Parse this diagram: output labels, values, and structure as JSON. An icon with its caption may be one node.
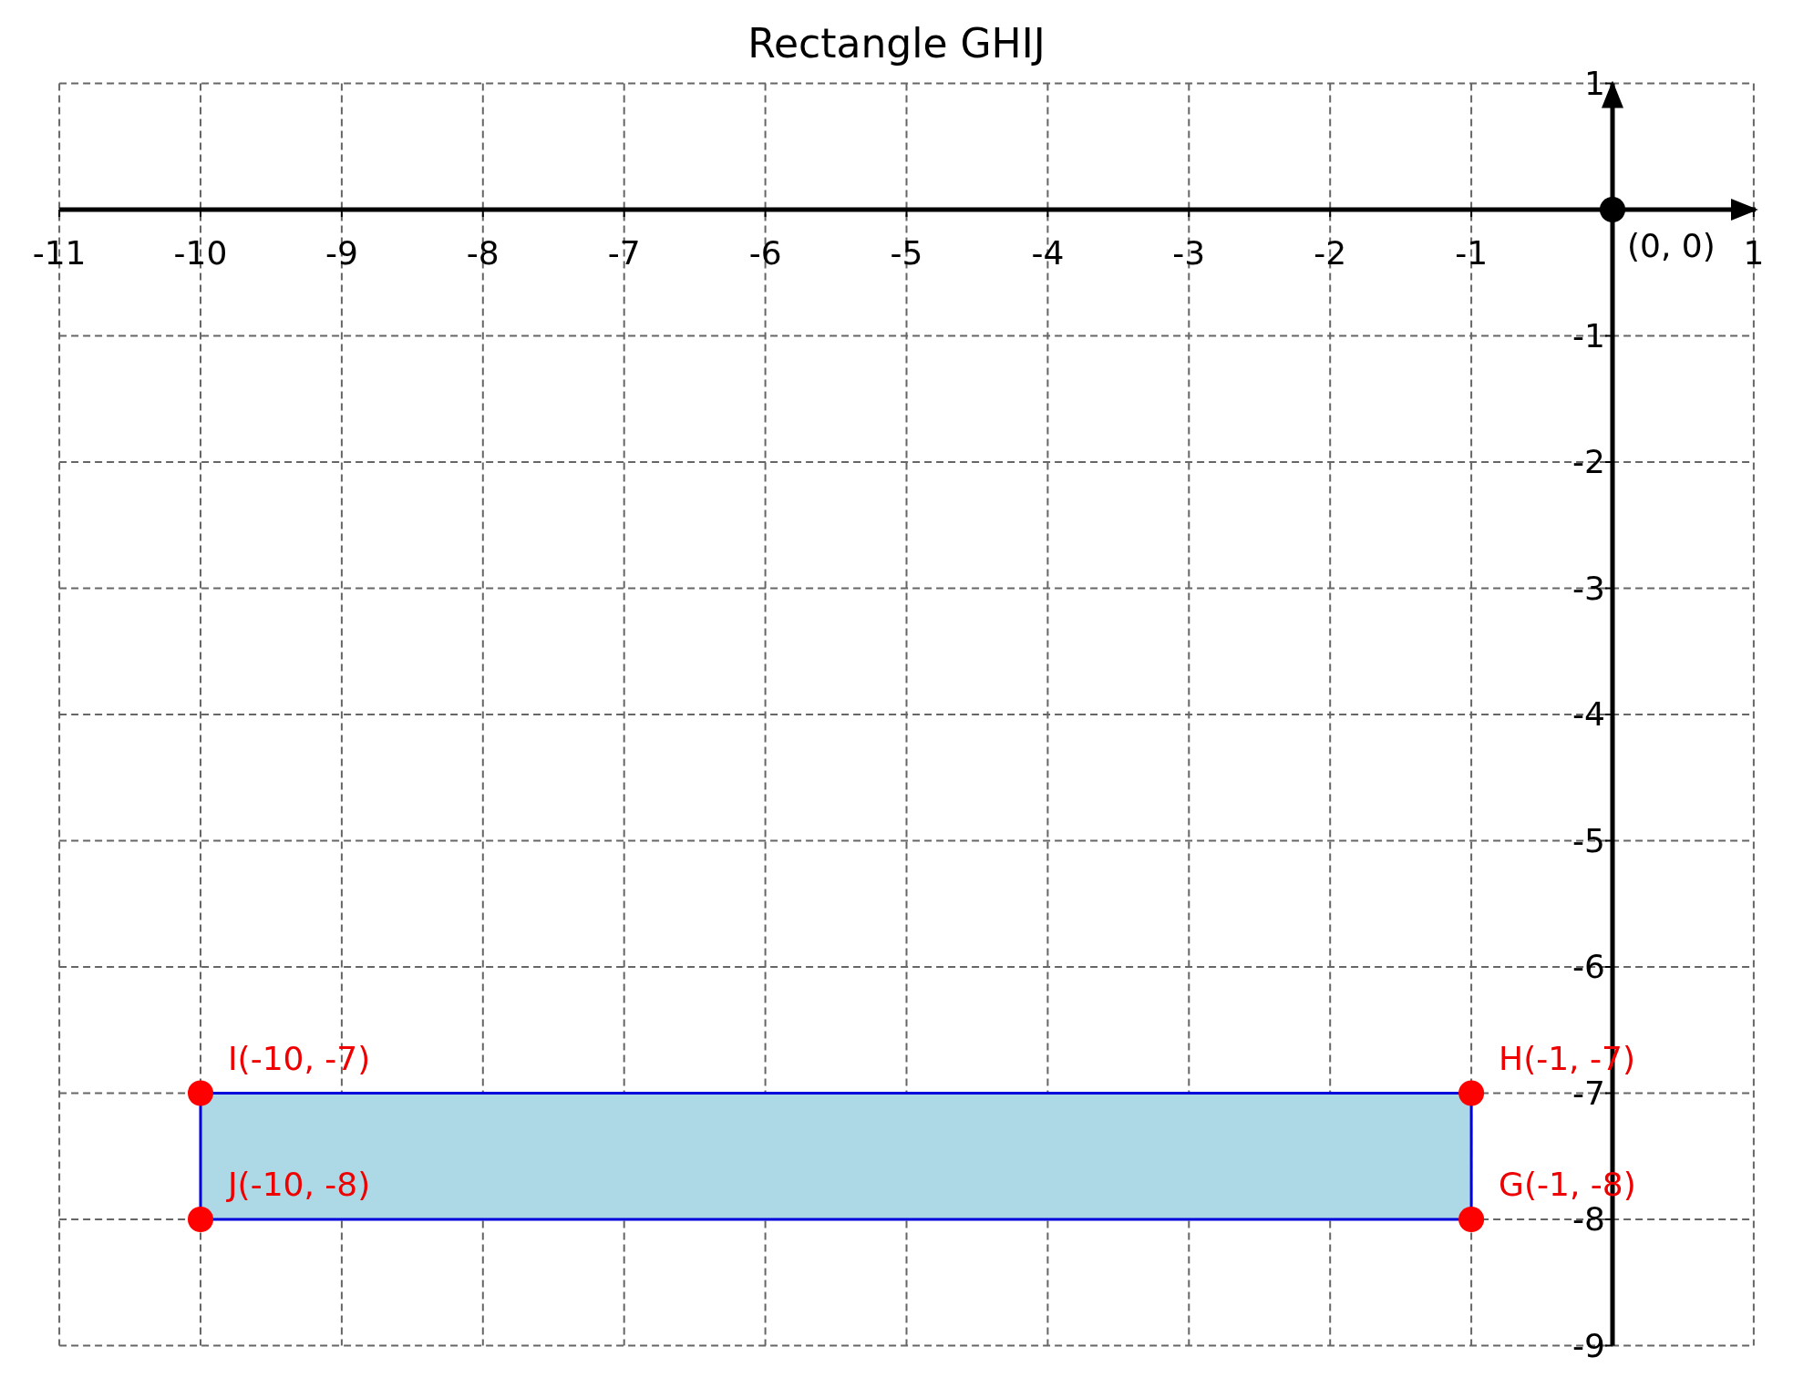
{
  "diagram": {
    "title": "Rectangle GHIJ",
    "labels": [
      "1",
      "-11",
      "-10",
      "-9",
      "-8",
      "-7",
      "-6",
      "-5",
      "-4",
      "-3",
      "-2",
      "-1",
      "(0, 0)",
      "1",
      "-1",
      "-2",
      "-3",
      "-4",
      "-5",
      "-6",
      "I(-10, -7)",
      "H(-1, -7)",
      "-7",
      "J(-10, -8)",
      "G(-1, -8)",
      "-8",
      "-9"
    ]
  }
}
